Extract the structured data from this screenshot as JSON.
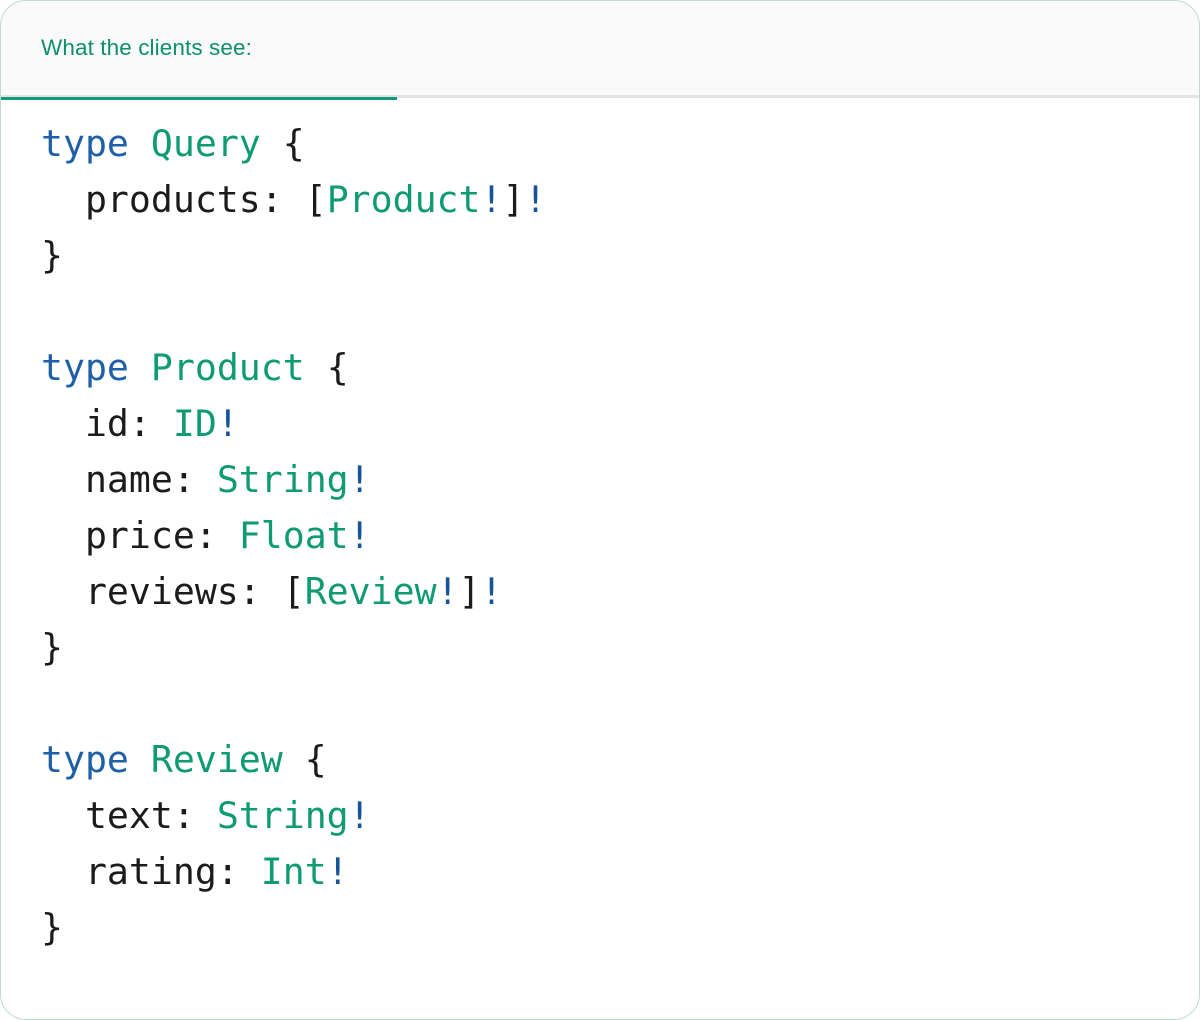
{
  "card": {
    "border_color": "#bcdccd",
    "background": "#ffffff"
  },
  "header": {
    "tab_label": "What the clients see:",
    "tab_active": true,
    "accent_color": "#149a77",
    "label_color": "#0e8f6c",
    "background": "#fafafa",
    "divider_color": "#e4e4e4"
  },
  "code": {
    "language": "graphql",
    "colors": {
      "keyword": "#1f5fa8",
      "type_name": "#0e9b72",
      "punctuation": "#1b1b1b",
      "non_null": "#16549a"
    },
    "lines": [
      {
        "tokens": [
          {
            "t": "type",
            "c": "kw"
          },
          {
            "t": " ",
            "c": "pun"
          },
          {
            "t": "Query",
            "c": "typ"
          },
          {
            "t": " {",
            "c": "pun"
          }
        ]
      },
      {
        "tokens": [
          {
            "t": "  products: [",
            "c": "pun"
          },
          {
            "t": "Product",
            "c": "typ"
          },
          {
            "t": "!",
            "c": "bang"
          },
          {
            "t": "]",
            "c": "pun"
          },
          {
            "t": "!",
            "c": "bang"
          }
        ]
      },
      {
        "tokens": [
          {
            "t": "}",
            "c": "pun"
          }
        ]
      },
      {
        "tokens": []
      },
      {
        "tokens": [
          {
            "t": "type",
            "c": "kw"
          },
          {
            "t": " ",
            "c": "pun"
          },
          {
            "t": "Product",
            "c": "typ"
          },
          {
            "t": " {",
            "c": "pun"
          }
        ]
      },
      {
        "tokens": [
          {
            "t": "  id: ",
            "c": "pun"
          },
          {
            "t": "ID",
            "c": "typ"
          },
          {
            "t": "!",
            "c": "bang"
          }
        ]
      },
      {
        "tokens": [
          {
            "t": "  name: ",
            "c": "pun"
          },
          {
            "t": "String",
            "c": "typ"
          },
          {
            "t": "!",
            "c": "bang"
          }
        ]
      },
      {
        "tokens": [
          {
            "t": "  price: ",
            "c": "pun"
          },
          {
            "t": "Float",
            "c": "typ"
          },
          {
            "t": "!",
            "c": "bang"
          }
        ]
      },
      {
        "tokens": [
          {
            "t": "  reviews: [",
            "c": "pun"
          },
          {
            "t": "Review",
            "c": "typ"
          },
          {
            "t": "!",
            "c": "bang"
          },
          {
            "t": "]",
            "c": "pun"
          },
          {
            "t": "!",
            "c": "bang"
          }
        ]
      },
      {
        "tokens": [
          {
            "t": "}",
            "c": "pun"
          }
        ]
      },
      {
        "tokens": []
      },
      {
        "tokens": [
          {
            "t": "type",
            "c": "kw"
          },
          {
            "t": " ",
            "c": "pun"
          },
          {
            "t": "Review",
            "c": "typ"
          },
          {
            "t": " {",
            "c": "pun"
          }
        ]
      },
      {
        "tokens": [
          {
            "t": "  text: ",
            "c": "pun"
          },
          {
            "t": "String",
            "c": "typ"
          },
          {
            "t": "!",
            "c": "bang"
          }
        ]
      },
      {
        "tokens": [
          {
            "t": "  rating: ",
            "c": "pun"
          },
          {
            "t": "Int",
            "c": "typ"
          },
          {
            "t": "!",
            "c": "bang"
          }
        ]
      },
      {
        "tokens": [
          {
            "t": "}",
            "c": "pun"
          }
        ]
      }
    ]
  }
}
